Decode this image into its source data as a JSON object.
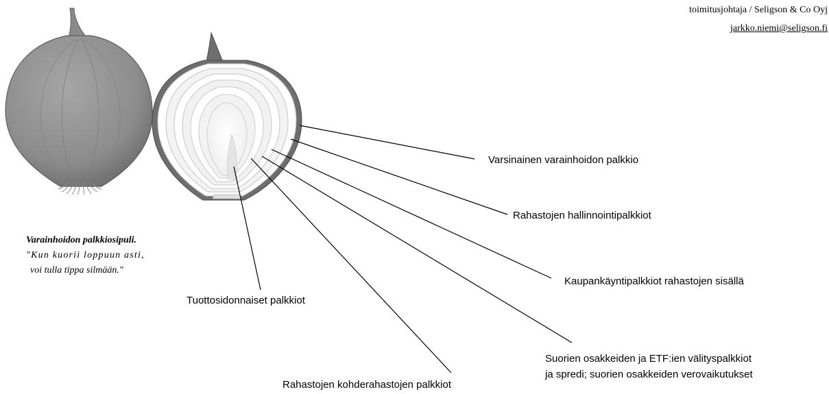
{
  "credit": {
    "title": "toimitusjohtaja / Seligson & Co Oyj",
    "email": "jarkko.niemi@seligson.fi"
  },
  "caption": {
    "title": "Varainhoidon palkkiosipuli.",
    "line1": "\"Kun kuorii loppuun asti,",
    "line2": "voi tulla tippa silmään.\""
  },
  "labels": {
    "asset_management_fee": "Varsinainen varainhoidon palkkio",
    "fund_management_fees": "Rahastojen hallinnointipalkkiot",
    "trading_fees": "Kaupankäyntipalkkiot rahastojen sisällä",
    "brokerage_line1": "Suorien osakkeiden ja ETF:ien välityspalkkiot",
    "brokerage_line2": "ja spredi; suorien osakkeiden verovaikutukset",
    "target_fund_fees": "Rahastojen kohderahastojen palkkiot",
    "performance_fees": "Tuottosidonnaiset palkkiot"
  },
  "colors": {
    "outer_skin": "#8c8c8c",
    "cut_skin": "#6e6e6e",
    "flesh_light": "#ffffff",
    "ring_shade": "#dcdcdc",
    "leader_line": "#000000"
  }
}
